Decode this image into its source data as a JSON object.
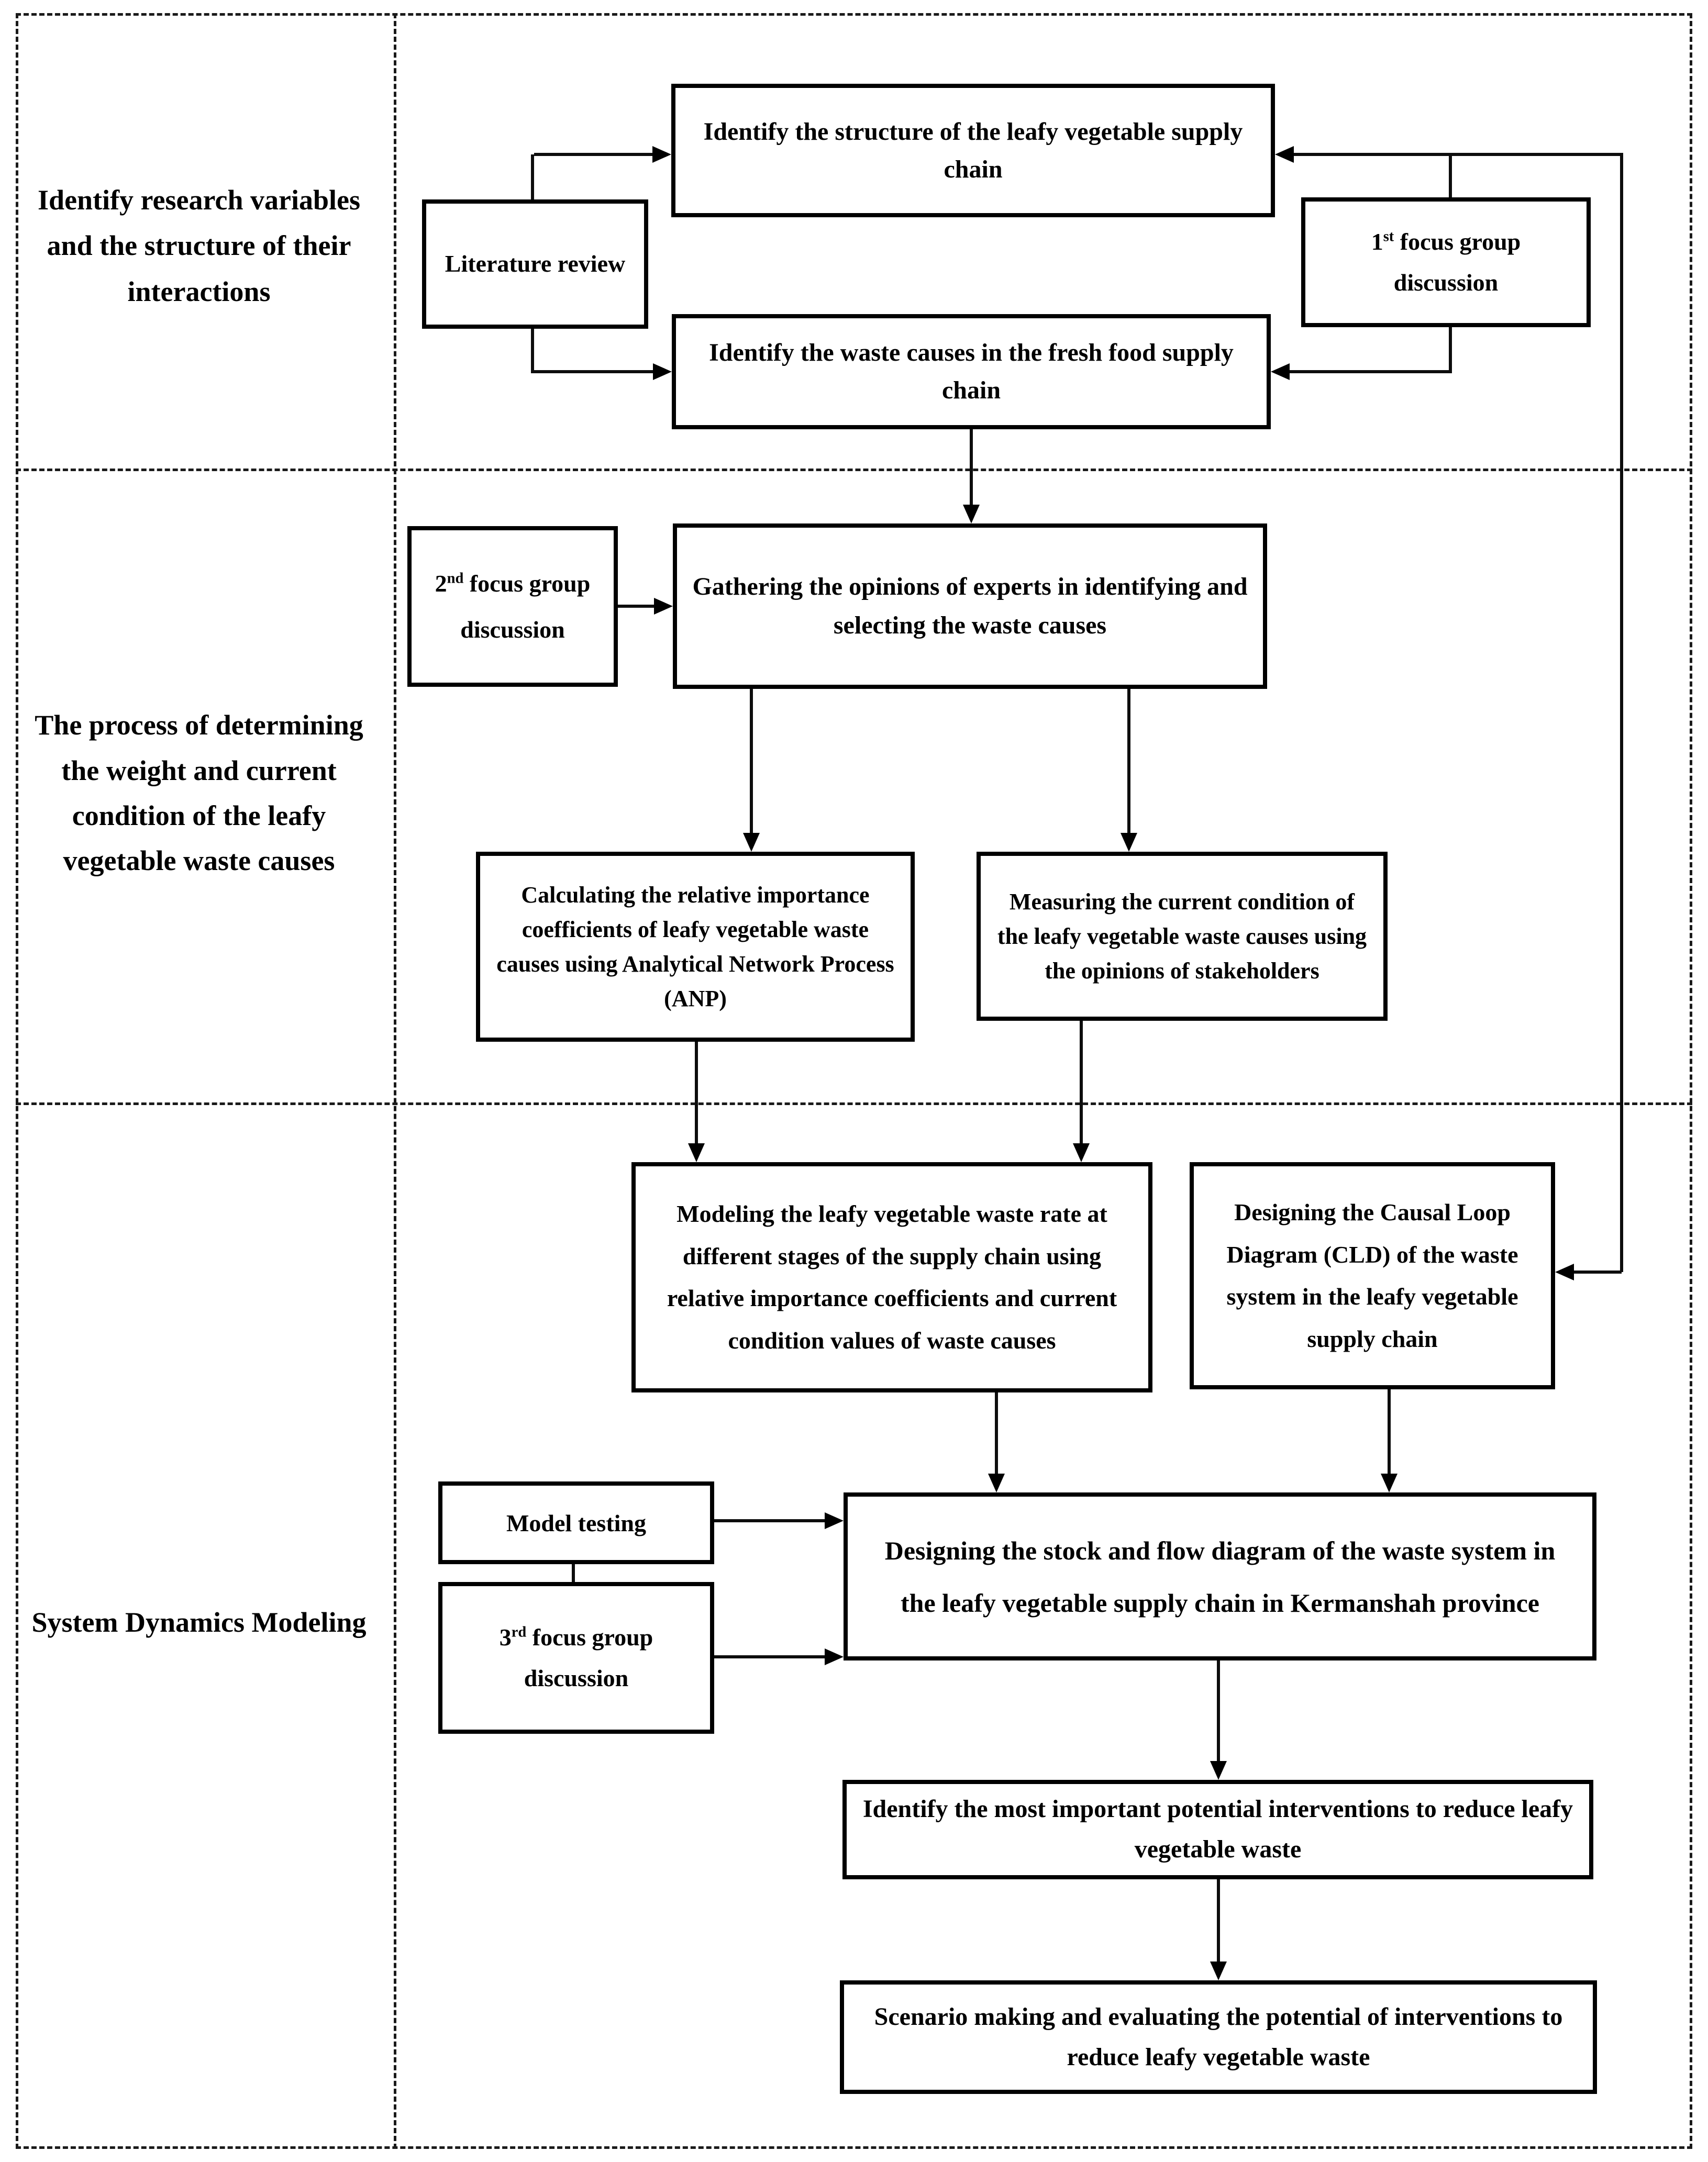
{
  "sections": [
    {
      "label": "Identify research variables and the structure of their interactions"
    },
    {
      "label": "The process of determining the weight and current condition of the leafy vegetable waste causes"
    },
    {
      "label": "System Dynamics Modeling"
    }
  ],
  "nodes": {
    "identify_structure": {
      "label": "Identify the structure of the leafy vegetable supply chain"
    },
    "literature_review": {
      "label": "Literature review"
    },
    "focus1": {
      "num": "1",
      "ord": "st",
      "rest": " focus group discussion"
    },
    "identify_waste": {
      "label": "Identify the waste causes in the fresh food supply chain"
    },
    "focus2": {
      "num": "2",
      "ord": "nd",
      "rest": " focus group discussion"
    },
    "gathering": {
      "label": "Gathering the opinions of experts in identifying and selecting the waste causes"
    },
    "calculating": {
      "label": "Calculating the relative importance coefficients of leafy vegetable waste causes using Analytical Network Process (ANP)"
    },
    "measuring": {
      "label": "Measuring the current condition of the leafy vegetable waste causes using the opinions of stakeholders"
    },
    "modeling": {
      "label": "Modeling the leafy vegetable waste rate at different stages of the supply chain using relative importance coefficients and current condition values of waste causes"
    },
    "cld": {
      "label": "Designing the Causal Loop Diagram (CLD) of the waste system in the leafy vegetable supply chain"
    },
    "model_testing": {
      "label": "Model testing"
    },
    "focus3": {
      "num": "3",
      "ord": "rd",
      "rest": " focus group discussion"
    },
    "stock_flow": {
      "label": "Designing the stock and flow diagram of the waste system in the leafy vegetable supply chain in Kermanshah province"
    },
    "identify_interventions": {
      "label": "Identify the most important potential interventions to reduce leafy vegetable waste"
    },
    "scenario": {
      "label": "Scenario making and evaluating the potential of interventions to reduce leafy vegetable waste"
    }
  },
  "colors": {
    "line": "#000000",
    "background": "#ffffff",
    "border_dash": "#1a1a1a"
  }
}
